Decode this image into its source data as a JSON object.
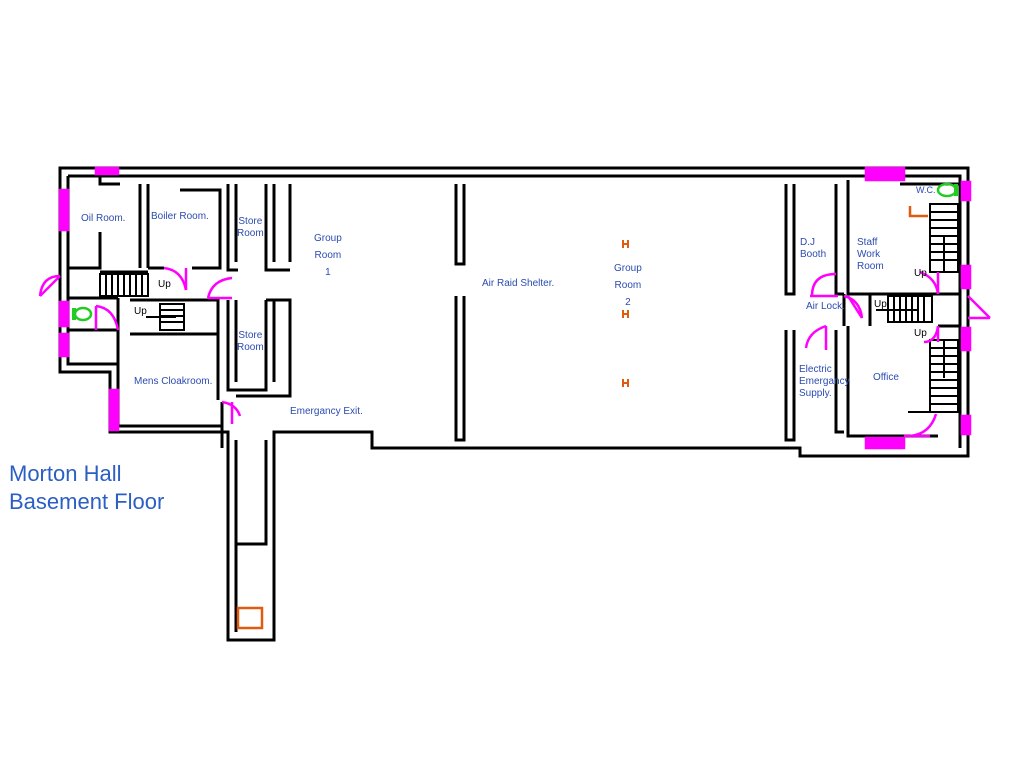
{
  "title": {
    "line1": "Morton Hall",
    "line2": "Basement Floor"
  },
  "rooms": {
    "oil_room": "Oil Room.",
    "boiler_room": "Boiler Room.",
    "store_room_top": "Store\nRoom",
    "store_room_bottom": "Store\nRoom",
    "group_room_1": "Group\nRoom\n1",
    "air_raid_shelter": "Air Raid Shelter.",
    "group_room_2": "Group\nRoom\n2",
    "dj_booth": "D.J\nBooth",
    "staff_work_room": "Staff\nWork\nRoom",
    "wc_right": "W.C.",
    "air_lock": "Air Lock.",
    "electric_emergency_supply": "Electric\nEmergancy\nSupply.",
    "office": "Office",
    "mens_cloakroom": "Mens Cloakroom.",
    "emergency_exit": "Emergancy Exit."
  },
  "stair_labels": [
    "Up",
    "Up",
    "Up",
    "Up",
    "Up"
  ],
  "colors": {
    "wall": "#000000",
    "door": "#ff00ff",
    "fixture": "#e05a10",
    "toilet": "#22cc22",
    "room_text": "#2b4bb0",
    "title_text": "#2b5fc4"
  }
}
